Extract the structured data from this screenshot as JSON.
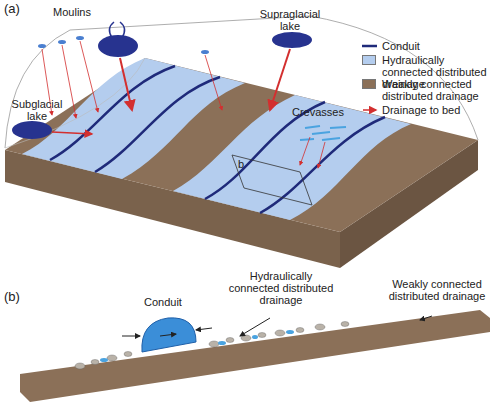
{
  "diagram": {
    "labels": [
      "(a)",
      "Moulins",
      "Supraglacial lake",
      "Subglacial lake",
      "Crevasses",
      "b",
      "(b)",
      "Conduit",
      "Hydraulically connected distributed drainage",
      "Weakly connected distributed drainage"
    ],
    "legend": [
      {
        "text": "Conduit"
      },
      {
        "text": "Hydraulically connected distributed drainage",
        "color": "#b4cdee"
      },
      {
        "text": "Weakly connected distributed drainage",
        "color": "#8b7058"
      },
      {
        "text": "Drainage to bed"
      }
    ]
  }
}
